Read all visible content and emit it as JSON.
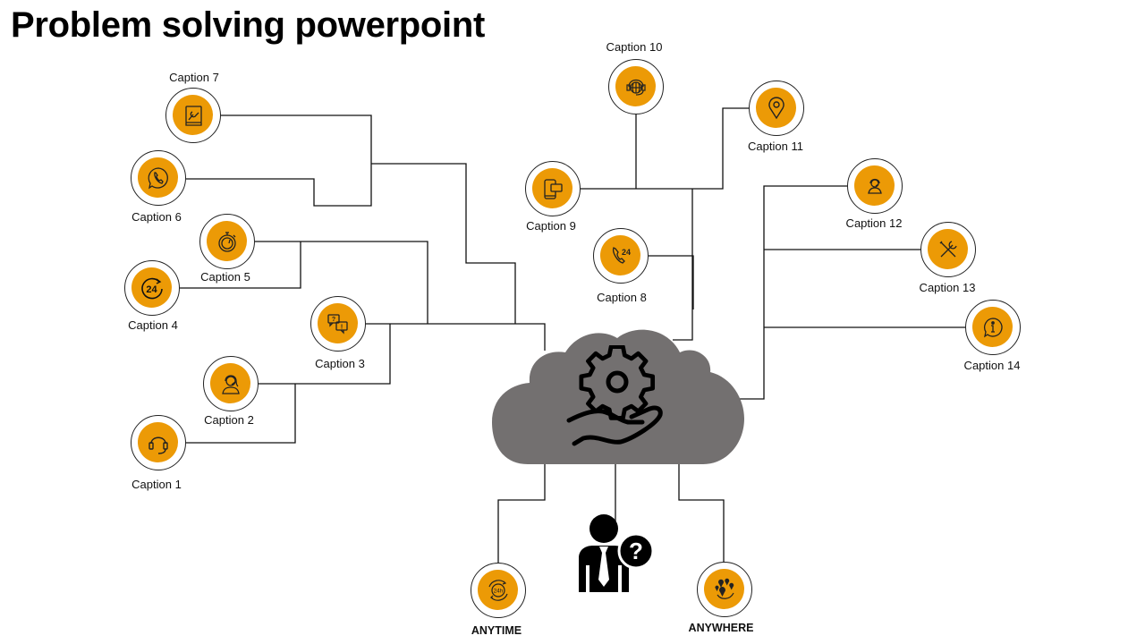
{
  "title": "Problem solving powerpoint",
  "accent_color": "#ec9a06",
  "cloud_color": "#737070",
  "center": {
    "cloud_icon": "gear-in-hand-icon",
    "person_icon": "person-question-icon"
  },
  "nodes": [
    {
      "id": 1,
      "caption": "Caption 1",
      "icon": "headset-icon"
    },
    {
      "id": 2,
      "caption": "Caption 2",
      "icon": "support-agent-female-icon"
    },
    {
      "id": 3,
      "caption": "Caption 3",
      "icon": "question-exclamation-chat-icon"
    },
    {
      "id": 4,
      "caption": "Caption 4",
      "icon": "24-hours-icon"
    },
    {
      "id": 5,
      "caption": "Caption 5",
      "icon": "stopwatch-icon"
    },
    {
      "id": 6,
      "caption": "Caption 6",
      "icon": "phone-chat-icon"
    },
    {
      "id": 7,
      "caption": "Caption 7",
      "icon": "manual-book-wrench-icon"
    },
    {
      "id": 8,
      "caption": "Caption 8",
      "icon": "phone-24-icon"
    },
    {
      "id": 9,
      "caption": "Caption 9",
      "icon": "mobile-chat-icon"
    },
    {
      "id": 10,
      "caption": "Caption 10",
      "icon": "global-headset-icon"
    },
    {
      "id": 11,
      "caption": "Caption 11",
      "icon": "location-pin-icon"
    },
    {
      "id": 12,
      "caption": "Caption 12",
      "icon": "support-agent-icon"
    },
    {
      "id": 13,
      "caption": "Caption 13",
      "icon": "tools-icon"
    },
    {
      "id": 14,
      "caption": "Caption 14",
      "icon": "info-chat-icon"
    }
  ],
  "bottom": [
    {
      "label": "ANYTIME",
      "icon": "24h-cycle-icon"
    },
    {
      "label": "ANYWHERE",
      "icon": "globe-locations-icon"
    }
  ]
}
